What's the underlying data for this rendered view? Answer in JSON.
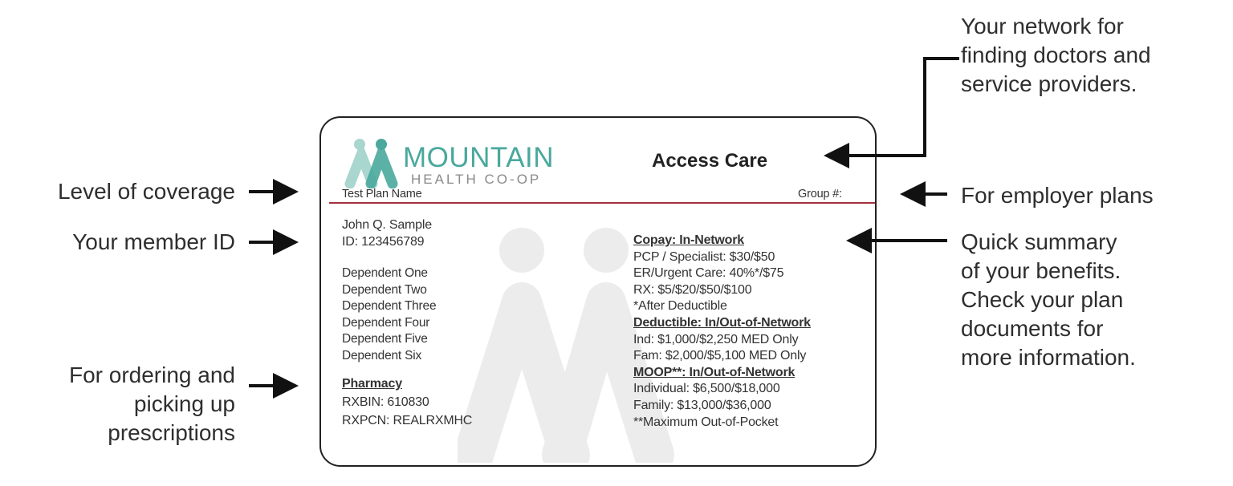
{
  "annotations": {
    "coverage": "Level of coverage",
    "member_id": "Your member ID",
    "pharmacy": [
      "For ordering and",
      "picking up",
      "prescriptions"
    ],
    "network": [
      "Your network for",
      "finding doctors and",
      "service providers."
    ],
    "employer": "For employer plans",
    "summary": [
      "Quick summary",
      "of your benefits.",
      "Check your plan",
      "documents for",
      "more information."
    ]
  },
  "card": {
    "logo": {
      "name": "MOUNTAIN",
      "sub": "HEALTH CO-OP"
    },
    "network_name": "Access Care",
    "plan_name": "Test Plan Name",
    "group_label": "Group #:",
    "member_name": "John Q. Sample",
    "member_id": "ID: 123456789",
    "dependents": [
      "Dependent One",
      "Dependent Two",
      "Dependent Three",
      "Dependent Four",
      "Dependent Five",
      "Dependent Six"
    ],
    "pharmacy": {
      "title": "Pharmacy",
      "rxbin": "RXBIN: 610830",
      "rxpcn": "RXPCN: REALRXMHC"
    },
    "benefits": {
      "copay_title": "Copay: In-Network",
      "copay": [
        "PCP / Specialist: $30/$50",
        "ER/Urgent Care: 40%*/$75",
        "RX: $5/$20/$50/$100",
        "*After Deductible"
      ],
      "deductible_title": "Deductible: In/Out-of-Network",
      "deductible": [
        "Ind: $1,000/$2,250 MED Only",
        "Fam: $2,000/$5,100 MED Only"
      ],
      "moop_title": "MOOP**: In/Out-of-Network",
      "moop": [
        "Individual: $6,500/$18,000",
        "Family: $13,000/$36,000",
        "**Maximum Out-of-Pocket"
      ]
    }
  },
  "colors": {
    "teal": "#4aa89c",
    "rule": "#a3313f"
  }
}
